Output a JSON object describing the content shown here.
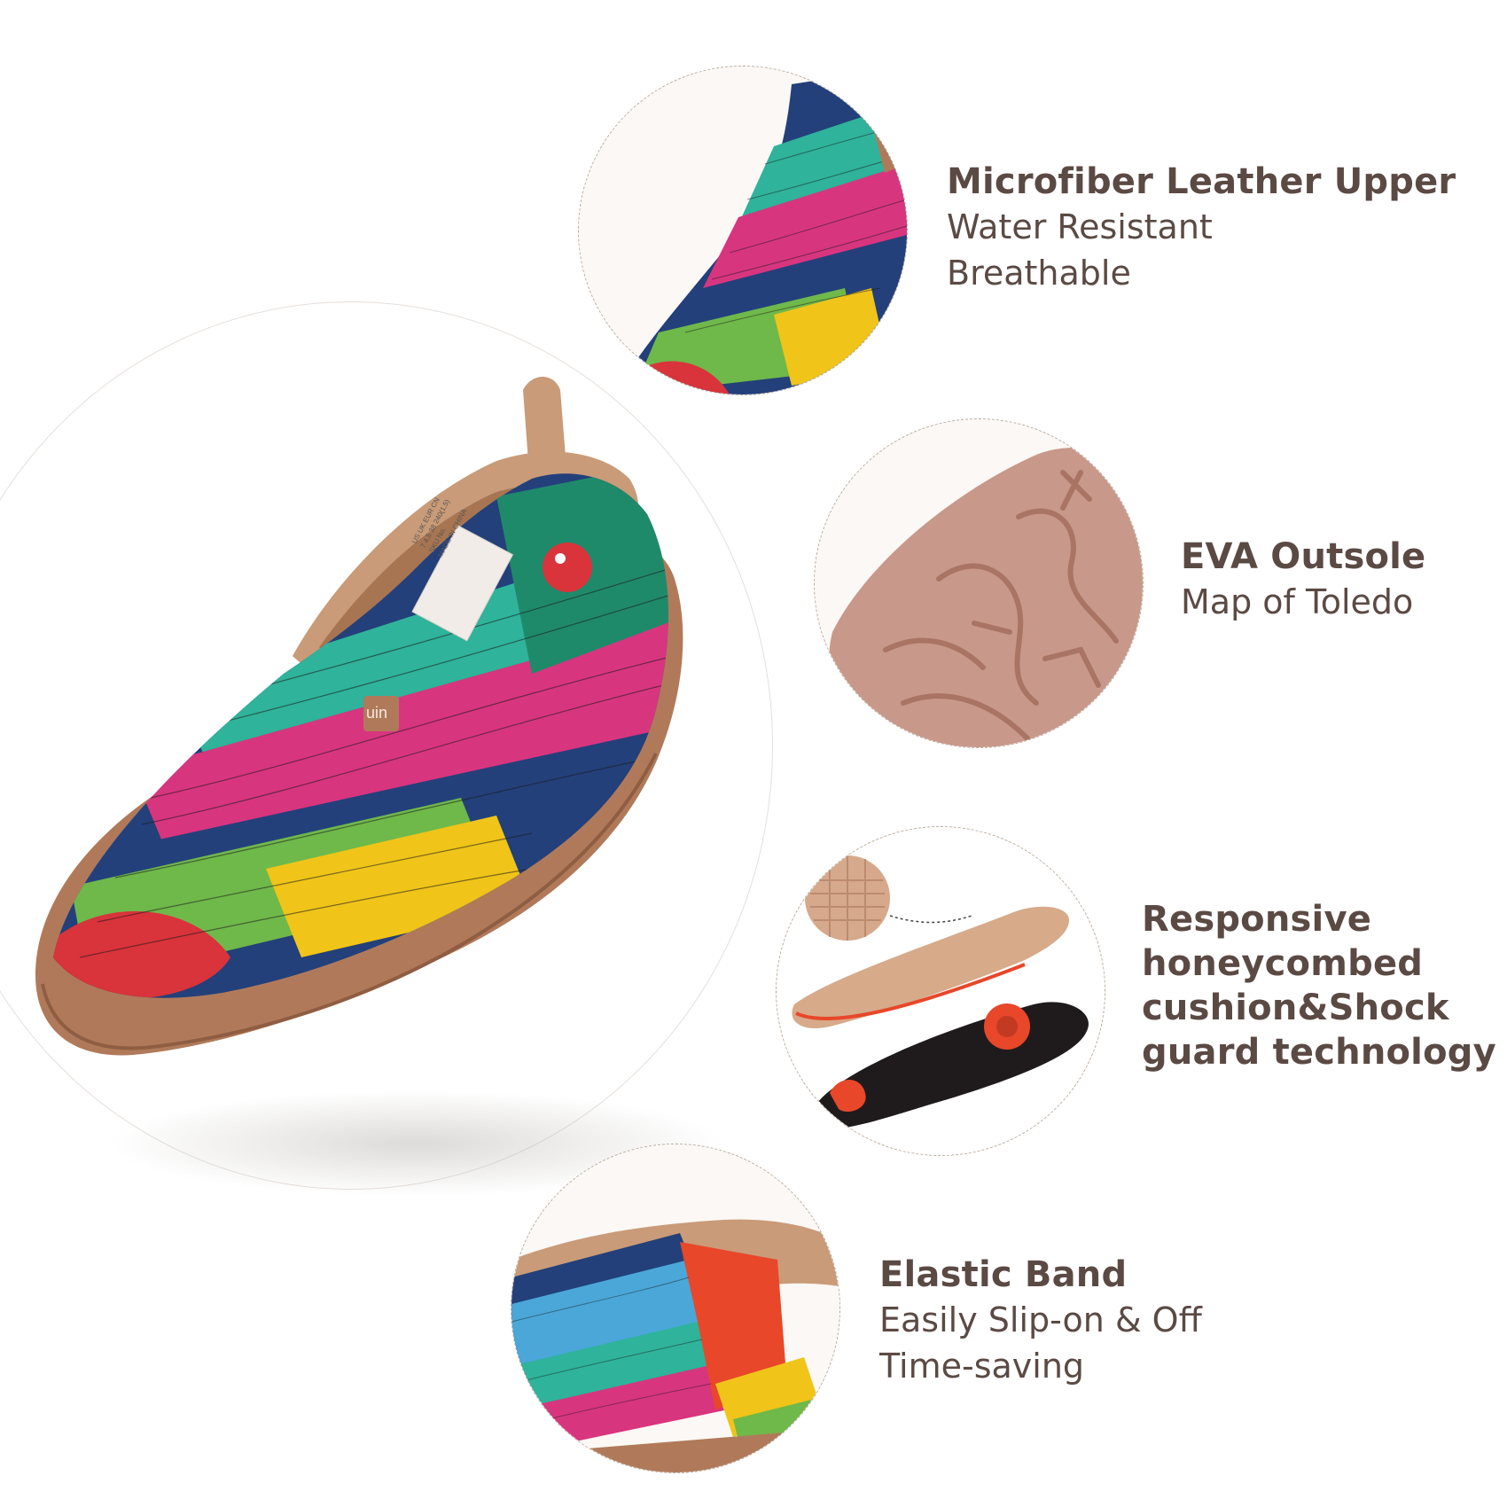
{
  "features": [
    {
      "title": "Microfiber Leather Upper",
      "lines": [
        "Water Resistant",
        "Breathable"
      ]
    },
    {
      "title": "EVA Outsole",
      "lines": [
        "Map of Toledo"
      ]
    },
    {
      "title_lines": [
        "Responsive",
        "honeycombed",
        "cushion&Shock",
        "guard technology"
      ]
    },
    {
      "title": "Elastic Band",
      "lines": [
        "Easily Slip-on & Off",
        "Time-saving"
      ]
    }
  ],
  "shoe_label": {
    "brand": "uin",
    "tag_lines": [
      "US  UK  EUR  CN",
      "7  4.5  38  240(1.5)",
      "SKU No.",
      "MADE IN CHINA"
    ]
  },
  "colors": {
    "text": "#5b4a44",
    "sole": "#b07a5a",
    "lining": "#c99b78",
    "teal": "#2fb39a",
    "pink": "#d8357f",
    "navy": "#23407a",
    "green": "#6fb84a",
    "yellow": "#f0c419",
    "red": "#d9333b",
    "insole_black": "#1f1b1c",
    "accent_orange": "#e8472a"
  }
}
